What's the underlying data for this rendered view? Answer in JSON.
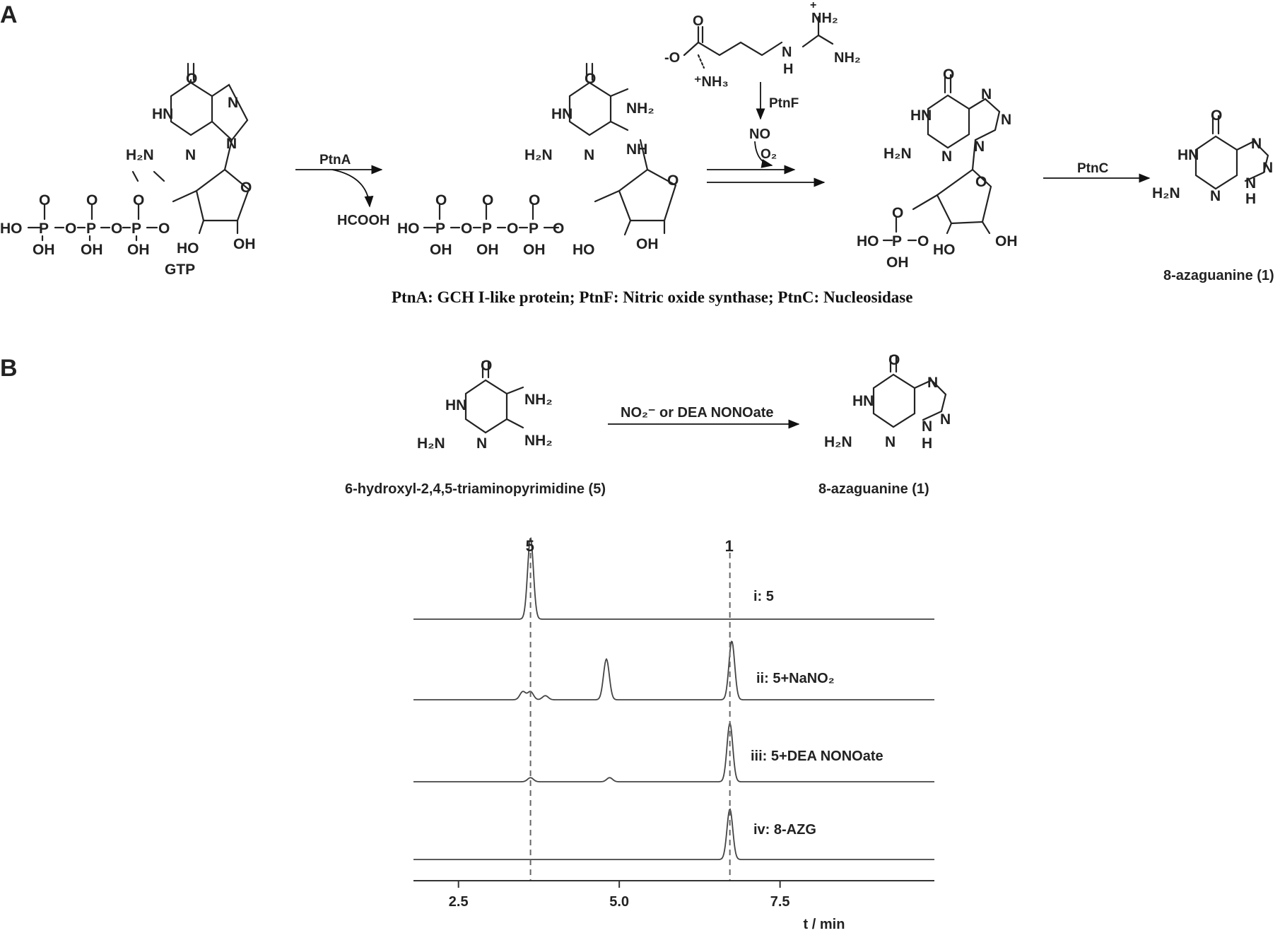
{
  "panels": {
    "a": "A",
    "b": "B"
  },
  "molecules": {
    "gtp_name": "GTP",
    "azaguanine_name": "8-azaguanine (1)",
    "triamino_name": "6-hydroxyl-2,4,5-triaminopyrimidine (5)"
  },
  "atoms": {
    "o": "O",
    "hn": "HN",
    "h": "H",
    "n": "N",
    "nh": "NH",
    "h2n": "H₂N",
    "nh2": "NH₂",
    "ho": "HO",
    "oh": "OH",
    "p": "P",
    "po": "O",
    "o_minus": "-O",
    "nh3_plus": "⁺NH₃",
    "nh2_plus": "NH₂",
    "plus": "+",
    "no": "NO",
    "o2": "O₂",
    "hcooh": "HCOOH"
  },
  "enzymes": {
    "ptnA": "PtnA",
    "ptnF": "PtnF",
    "ptnC": "PtnC"
  },
  "caption": "PtnA: GCH I-like protein; PtnF: Nitric oxide synthase; PtnC: Nucleosidase",
  "reaction_b": {
    "reagent": "NO₂⁻ or DEA NONOate"
  },
  "chart_data": {
    "type": "line",
    "xlabel": "t / min",
    "xlim": [
      1.8,
      9.9
    ],
    "xticks": [
      2.5,
      5.0,
      7.5
    ],
    "xtick_labels": [
      "2.5",
      "5.0",
      "7.5"
    ],
    "reference_lines": [
      {
        "label": "5",
        "x": 3.62
      },
      {
        "label": "1",
        "x": 6.72
      }
    ],
    "series": [
      {
        "name": "i: 5",
        "peaks": [
          {
            "x": 3.62,
            "height": 1.0
          }
        ]
      },
      {
        "name": "ii: 5+NaNO₂",
        "peaks": [
          {
            "x": 3.5,
            "height": 0.1
          },
          {
            "x": 3.62,
            "height": 0.1
          },
          {
            "x": 3.85,
            "height": 0.05
          },
          {
            "x": 4.8,
            "height": 0.5
          },
          {
            "x": 6.75,
            "height": 0.72
          }
        ]
      },
      {
        "name": "iii: 5+DEA NONOate",
        "peaks": [
          {
            "x": 3.62,
            "height": 0.05
          },
          {
            "x": 4.85,
            "height": 0.05
          },
          {
            "x": 6.72,
            "height": 0.72
          }
        ]
      },
      {
        "name": "iv: 8-AZG",
        "peaks": [
          {
            "x": 6.72,
            "height": 0.62
          }
        ]
      }
    ]
  }
}
